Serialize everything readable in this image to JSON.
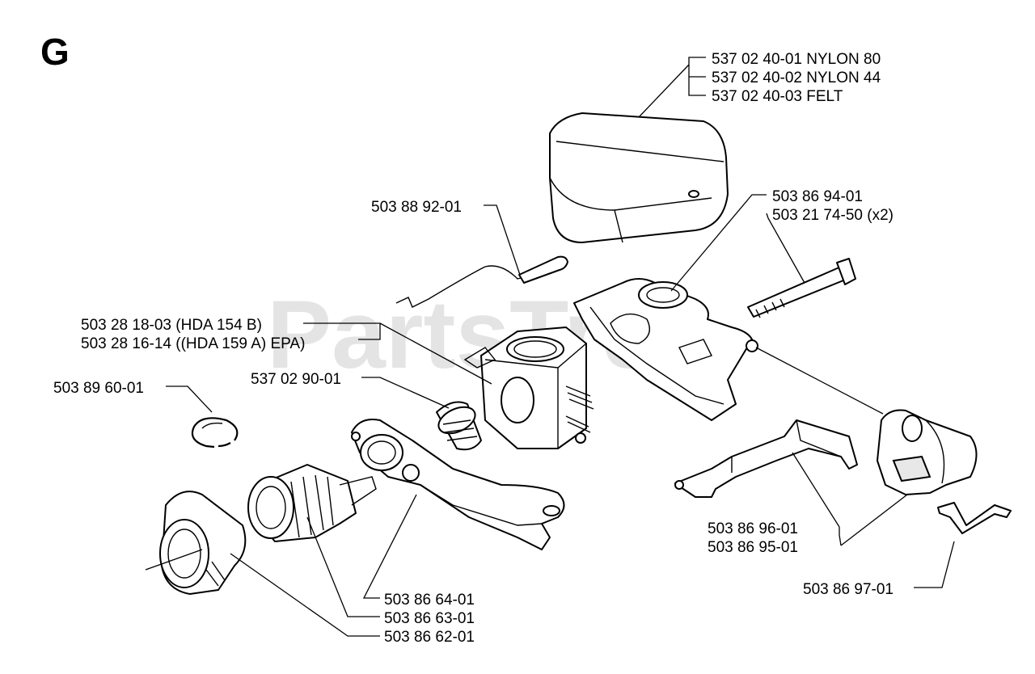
{
  "section_letter": "G",
  "watermark": "PartsTree",
  "labels": {
    "filter_1": "537 02 40-01 NYLON 80",
    "filter_2": "537 02 40-02 NYLON 44",
    "filter_3": "537 02 40-03 FELT",
    "choke_rod": "503 88 92-01",
    "bracket": "503 86 94-01",
    "screw": "503 21 74-50 (x2)",
    "carb_1": "503 28 18-03 (HDA 154 B)",
    "carb_2": "503 28 16-14 ((HDA 159 A) EPA)",
    "sleeve": "537 02 90-01",
    "circlip": "503 89 60-01",
    "lever_1": "503 86 96-01",
    "lever_2": "503 86 95-01",
    "spring": "503 86 97-01",
    "manifold_1": "503 86 64-01",
    "manifold_2": "503 86 63-01",
    "manifold_3": "503 86 62-01"
  }
}
